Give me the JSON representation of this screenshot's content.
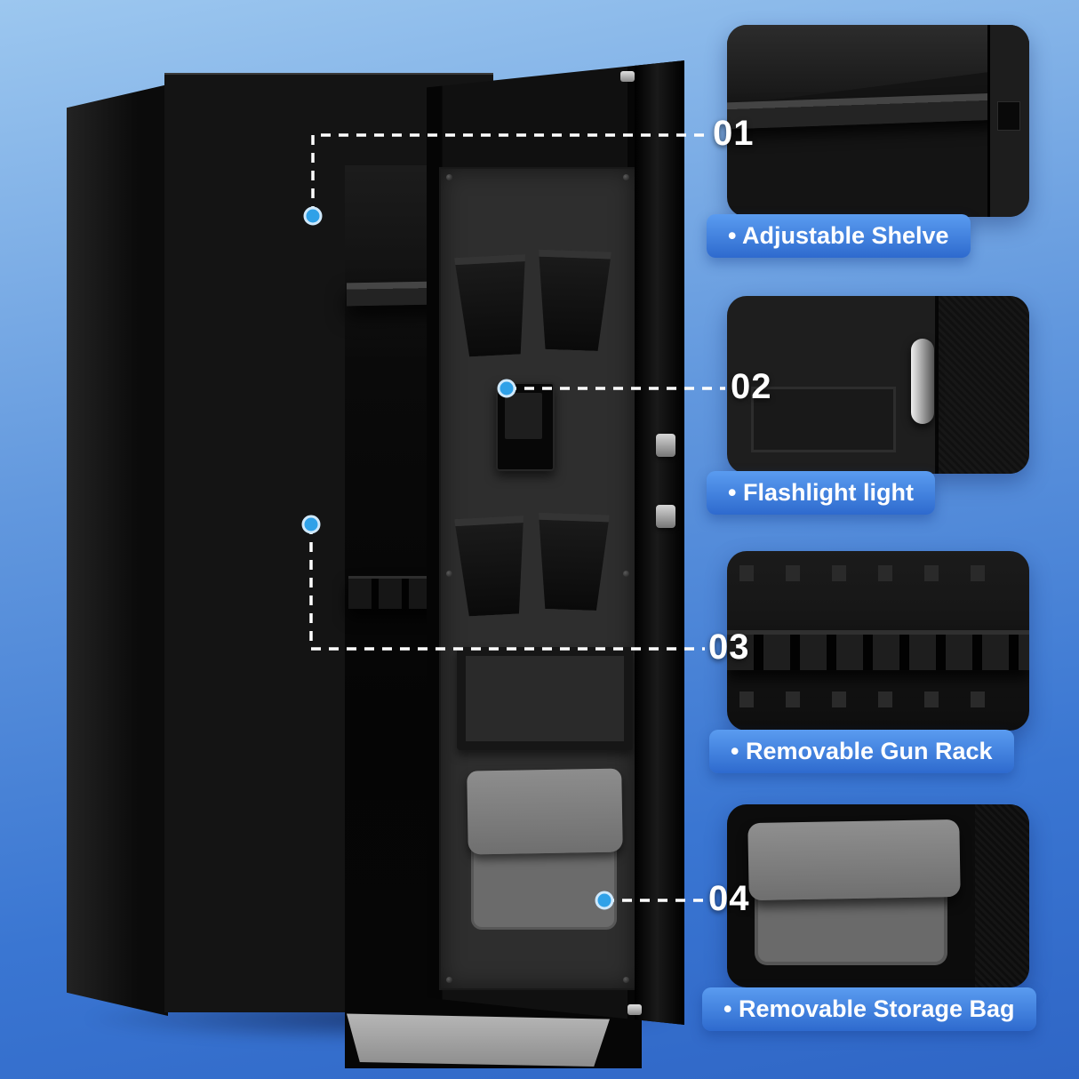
{
  "callouts": [
    {
      "number": "01",
      "label": "• Adjustable Shelve"
    },
    {
      "number": "02",
      "label": "• Flashlight light"
    },
    {
      "number": "03",
      "label": "• Removable Gun Rack"
    },
    {
      "number": "04",
      "label": "• Removable Storage Bag"
    }
  ],
  "colors": {
    "background_top": "#9cc7ef",
    "background_bottom": "#2f66c6",
    "label_gradient_start": "#5a9cf0",
    "label_gradient_end": "#2e6ace",
    "dot_blue": "#2fa1e8",
    "leader_line": "#ffffff"
  }
}
